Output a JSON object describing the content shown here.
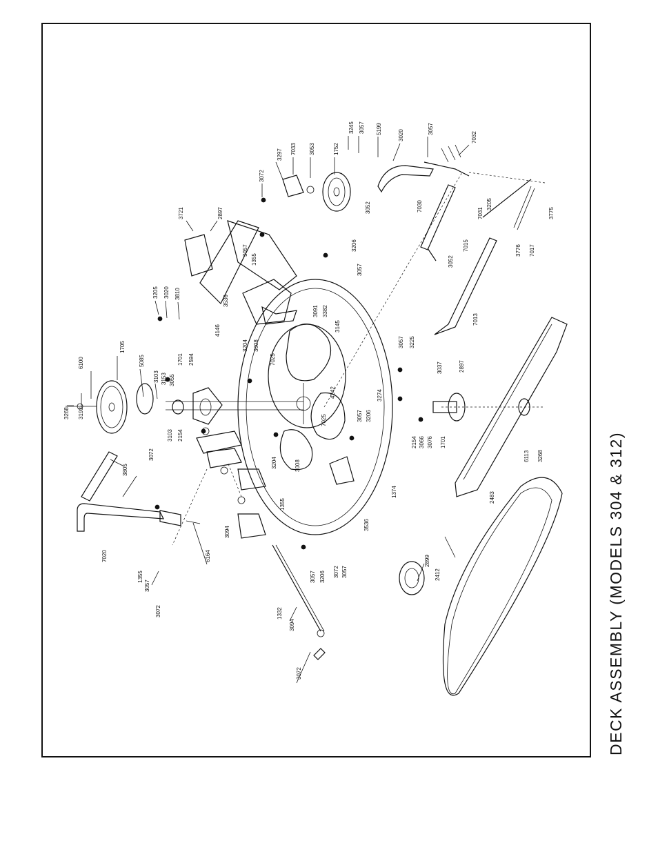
{
  "caption": "DECK ASSEMBLY (MODELS 304 & 312)",
  "part_labels": [
    {
      "id": "p01",
      "text": "3268"
    },
    {
      "id": "p02",
      "text": "3193"
    },
    {
      "id": "p03",
      "text": "6100"
    },
    {
      "id": "p04",
      "text": "1705"
    },
    {
      "id": "p05",
      "text": "5085"
    },
    {
      "id": "p06",
      "text": "3103"
    },
    {
      "id": "p07",
      "text": "3153"
    },
    {
      "id": "p08",
      "text": "3055"
    },
    {
      "id": "p09",
      "text": "1701"
    },
    {
      "id": "p10",
      "text": "2594"
    },
    {
      "id": "p11",
      "text": "3205"
    },
    {
      "id": "p12",
      "text": "3020"
    },
    {
      "id": "p13",
      "text": "3810"
    },
    {
      "id": "p14",
      "text": "3721"
    },
    {
      "id": "p15",
      "text": "2897"
    },
    {
      "id": "p16",
      "text": "3072"
    },
    {
      "id": "p17",
      "text": "3297"
    },
    {
      "id": "p18",
      "text": "7033"
    },
    {
      "id": "p19",
      "text": "3053"
    },
    {
      "id": "p20",
      "text": "1752"
    },
    {
      "id": "p21",
      "text": "3245"
    },
    {
      "id": "p22",
      "text": "3057"
    },
    {
      "id": "p23",
      "text": "5199"
    },
    {
      "id": "p24",
      "text": "3020"
    },
    {
      "id": "p25",
      "text": "3057"
    },
    {
      "id": "p26",
      "text": "7032"
    },
    {
      "id": "p27",
      "text": "3052"
    },
    {
      "id": "p28",
      "text": "7030"
    },
    {
      "id": "p29",
      "text": "7031"
    },
    {
      "id": "p30",
      "text": "3205"
    },
    {
      "id": "p31",
      "text": "3775"
    },
    {
      "id": "p32",
      "text": "3057"
    },
    {
      "id": "p33",
      "text": "1355"
    },
    {
      "id": "p34",
      "text": "3206"
    },
    {
      "id": "p35",
      "text": "3057"
    },
    {
      "id": "p36",
      "text": "7015"
    },
    {
      "id": "p37",
      "text": "3052"
    },
    {
      "id": "p38",
      "text": "3776"
    },
    {
      "id": "p39",
      "text": "7017"
    },
    {
      "id": "p40",
      "text": "3536"
    },
    {
      "id": "p41",
      "text": "4146"
    },
    {
      "id": "p42",
      "text": "3091"
    },
    {
      "id": "p43",
      "text": "3382"
    },
    {
      "id": "p44",
      "text": "3145"
    },
    {
      "id": "p45",
      "text": "7013"
    },
    {
      "id": "p46",
      "text": "3204"
    },
    {
      "id": "p47",
      "text": "3008"
    },
    {
      "id": "p48",
      "text": "7025"
    },
    {
      "id": "p49",
      "text": "3057"
    },
    {
      "id": "p50",
      "text": "3225"
    },
    {
      "id": "p51",
      "text": "3037"
    },
    {
      "id": "p52",
      "text": "2897"
    },
    {
      "id": "p53",
      "text": "4242"
    },
    {
      "id": "p54",
      "text": "3274"
    },
    {
      "id": "p55",
      "text": "7025"
    },
    {
      "id": "p56",
      "text": "3057"
    },
    {
      "id": "p57",
      "text": "3206"
    },
    {
      "id": "p58",
      "text": "2154"
    },
    {
      "id": "p59",
      "text": "3066"
    },
    {
      "id": "p60",
      "text": "3076"
    },
    {
      "id": "p61",
      "text": "1701"
    },
    {
      "id": "p62",
      "text": "6113"
    },
    {
      "id": "p63",
      "text": "3268"
    },
    {
      "id": "p64",
      "text": "3805"
    },
    {
      "id": "p65",
      "text": "3072"
    },
    {
      "id": "p66",
      "text": "3103"
    },
    {
      "id": "p67",
      "text": "2154"
    },
    {
      "id": "p68",
      "text": "3204"
    },
    {
      "id": "p69",
      "text": "3008"
    },
    {
      "id": "p70",
      "text": "1374"
    },
    {
      "id": "p71",
      "text": "2483"
    },
    {
      "id": "p72",
      "text": "7020"
    },
    {
      "id": "p73",
      "text": "6164"
    },
    {
      "id": "p74",
      "text": "3094"
    },
    {
      "id": "p75",
      "text": "1355"
    },
    {
      "id": "p76",
      "text": "3536"
    },
    {
      "id": "p77",
      "text": "1355"
    },
    {
      "id": "p78",
      "text": "3057"
    },
    {
      "id": "p79",
      "text": "3072"
    },
    {
      "id": "p80",
      "text": "3057"
    },
    {
      "id": "p81",
      "text": "3206"
    },
    {
      "id": "p82",
      "text": "3072"
    },
    {
      "id": "p83",
      "text": "3057"
    },
    {
      "id": "p84",
      "text": "2899"
    },
    {
      "id": "p85",
      "text": "2412"
    },
    {
      "id": "p86",
      "text": "1332"
    },
    {
      "id": "p87",
      "text": "3094"
    },
    {
      "id": "p88",
      "text": "3072"
    }
  ]
}
